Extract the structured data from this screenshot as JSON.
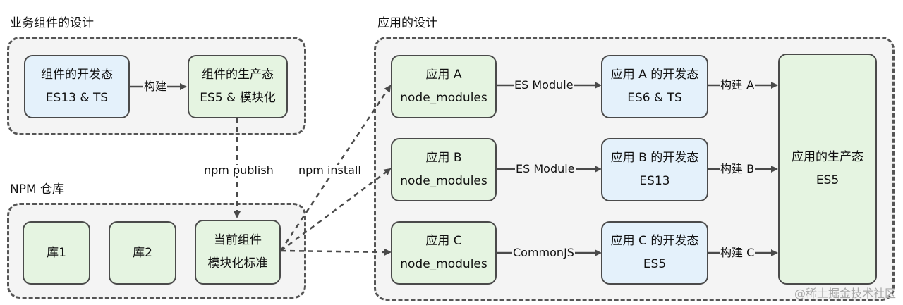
{
  "groups": {
    "component_design": "业务组件的设计",
    "npm_repo": "NPM 仓库",
    "app_design": "应用的设计"
  },
  "nodes": {
    "comp_dev": [
      "组件的开发态",
      "ES13 & TS"
    ],
    "comp_prod": [
      "组件的生产态",
      "ES5 & 模块化"
    ],
    "lib1": [
      "库1"
    ],
    "lib2": [
      "库2"
    ],
    "current_comp": [
      "当前组件",
      "模块化标准"
    ],
    "app_a": [
      "应用 A",
      "node_modules"
    ],
    "app_b": [
      "应用 B",
      "node_modules"
    ],
    "app_c": [
      "应用 C",
      "node_modules"
    ],
    "dev_a": [
      "应用 A 的开发态",
      "ES6 & TS"
    ],
    "dev_b": [
      "应用 B 的开发态",
      "ES13"
    ],
    "dev_c": [
      "应用 C 的开发态",
      "ES5"
    ],
    "app_prod": [
      "应用的生产态",
      "ES5"
    ]
  },
  "edges": {
    "build": "构建",
    "publish": "npm publish",
    "install": "npm install",
    "es_module_a": "ES Module",
    "es_module_b": "ES Module",
    "commonjs": "CommonJS",
    "build_a": "构建 A",
    "build_b": "构建 B",
    "build_c": "构建 C"
  },
  "watermark": "@稀土掘金技术社区",
  "colors": {
    "dev_fill": "#e4f1fb",
    "prod_fill": "#e5f4e1",
    "group_fill": "#f4f4f4",
    "stroke": "#4a4a4a"
  }
}
